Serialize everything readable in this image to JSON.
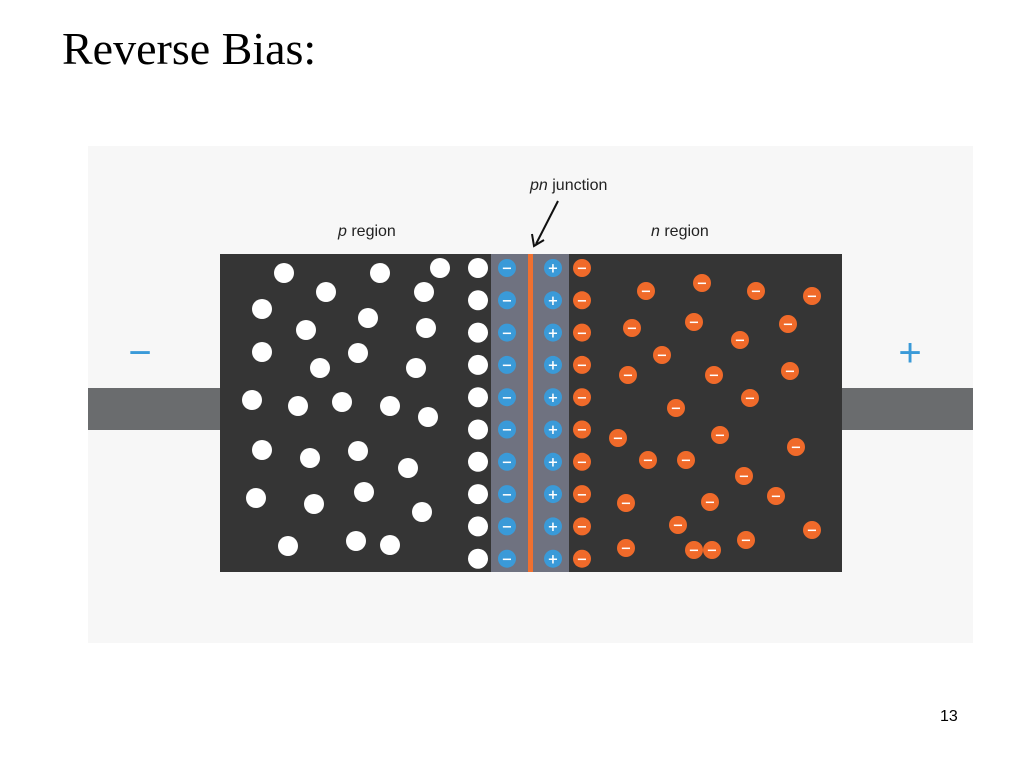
{
  "slide": {
    "title": "Reverse Bias:",
    "page_number": "13"
  },
  "diagram": {
    "junction_label_italic": "pn",
    "junction_label_rest": " junction",
    "p_label_italic": "p",
    "p_label_rest": " region",
    "n_label_italic": "n",
    "n_label_rest": " region",
    "left_terminal_sign": "−",
    "right_terminal_sign": "+",
    "ion_neg_symbol": "−",
    "ion_pos_symbol": "+",
    "electron_symbol": "−",
    "colors": {
      "body": "#353535",
      "depletion": "#6f7280",
      "junction_line": "#f07030",
      "hole": "#ffffff",
      "ion": "#3a9ad8",
      "electron": "#f06a2a",
      "lead": "#6a6c6e",
      "terminal_sign": "#3a9ad8"
    }
  }
}
